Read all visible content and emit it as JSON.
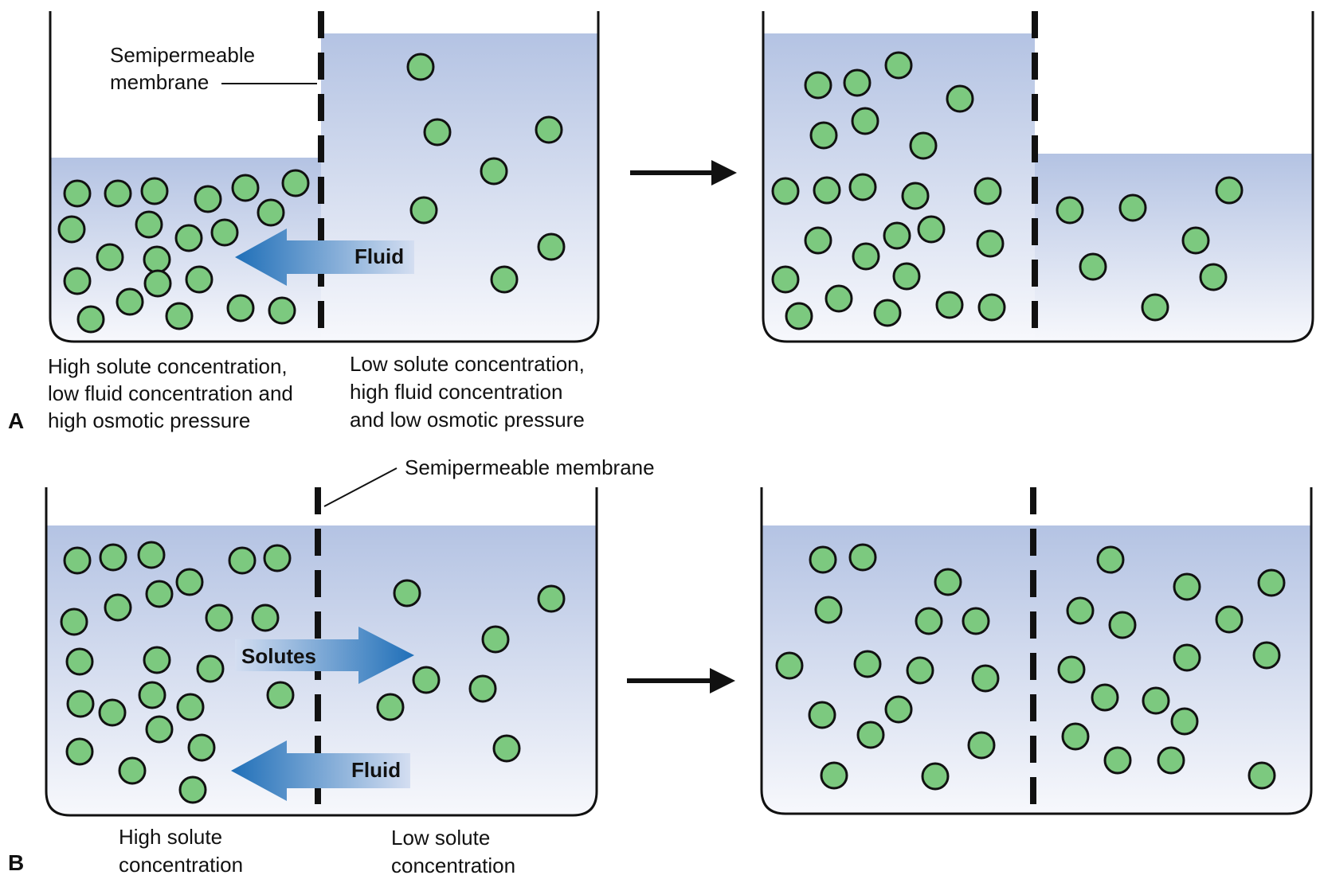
{
  "panel_a": {
    "letter": "A",
    "membrane_label_line1": "Semipermeable",
    "membrane_label_line2": "membrane",
    "fluid_arrow_label": "Fluid",
    "left_caption": [
      "High solute concentration,",
      "low fluid concentration and",
      "high osmotic pressure"
    ],
    "right_caption": [
      "Low solute concentration,",
      "high fluid concentration",
      "and low osmotic pressure"
    ]
  },
  "panel_b": {
    "letter": "B",
    "membrane_label": "Semipermeable membrane",
    "solutes_arrow_label": "Solutes",
    "fluid_arrow_label": "Fluid",
    "left_caption": [
      "High solute",
      "concentration"
    ],
    "right_caption": [
      "Low solute",
      "concentration"
    ]
  },
  "colors": {
    "fluid_top": "#b4c3e3",
    "fluid_bottom": "#f7f8fc",
    "solute_fill": "#7cc97f",
    "arrow_dark": "#1f6fb8",
    "arrow_light": "#c9d7ee"
  }
}
